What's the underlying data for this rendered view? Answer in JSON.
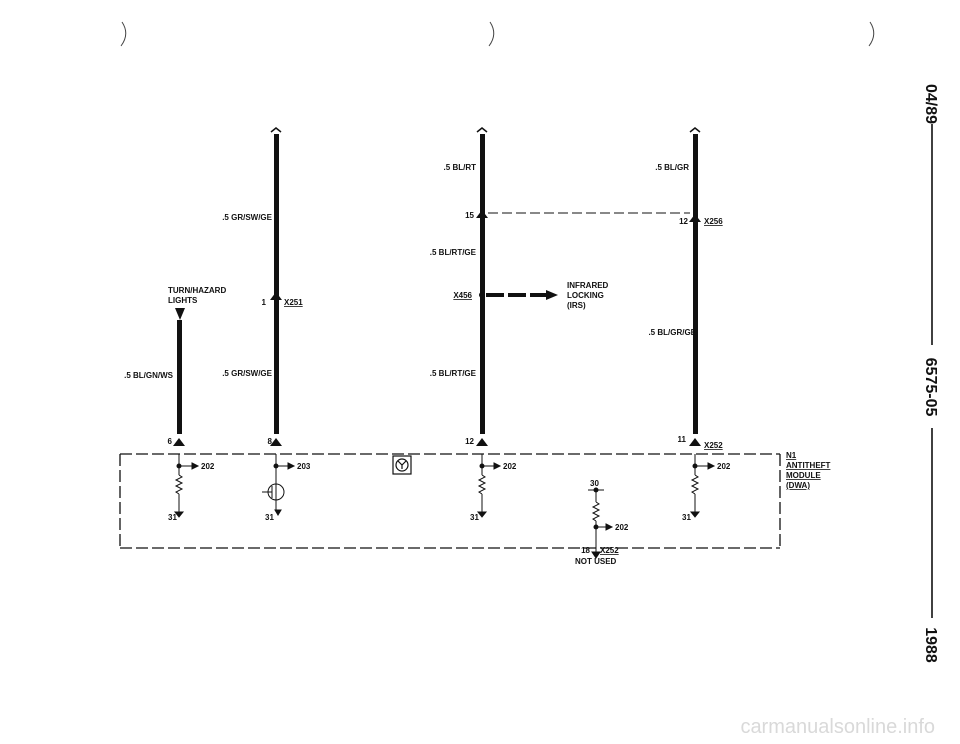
{
  "side_labels": {
    "date": "04/89",
    "code": "6575-05",
    "year": "1988"
  },
  "watermark": "carmanualsonline.info",
  "wires": {
    "w1_upper": ".5 GR/SW/GE",
    "w1_lower": ".5 GR/SW/GE",
    "w2_upper": ".5 BL/RT",
    "w2_mid": ".5 BL/RT/GE",
    "w2_lower": ".5 BL/RT/GE",
    "w3_upper": ".5 BL/GR",
    "w3_lower": ".5 BL/GR/GE",
    "turn_wire": ".5 BL/GN/WS"
  },
  "components": {
    "turn_hazard_line1": "TURN/HAZARD",
    "turn_hazard_line2": "LIGHTS",
    "infrared_line1": "INFRARED",
    "infrared_line2": "LOCKING",
    "infrared_line3": "(IRS)",
    "module_id": "N1",
    "module_line1": "ANTITHEFT",
    "module_line2": "MODULE",
    "module_line3": "(DWA)",
    "not_used": "NOT USED"
  },
  "connectors": {
    "x251": "X251",
    "x456": "X456",
    "x256": "X256",
    "x252_top": "X252",
    "x252_bottom": "X252",
    "x251_pin": "1",
    "x256_pin": "12",
    "w2_pin": "15",
    "pin6": "6",
    "pin8": "8",
    "pin12": "12",
    "pin11": "11",
    "pin18": "18"
  },
  "grounds": {
    "g202a": "202",
    "g203": "203",
    "g202b": "202",
    "g202c": "202",
    "g202d": "202",
    "t30": "30",
    "t31a": "31",
    "t31b": "31",
    "t31c": "31",
    "t31d": "31"
  }
}
